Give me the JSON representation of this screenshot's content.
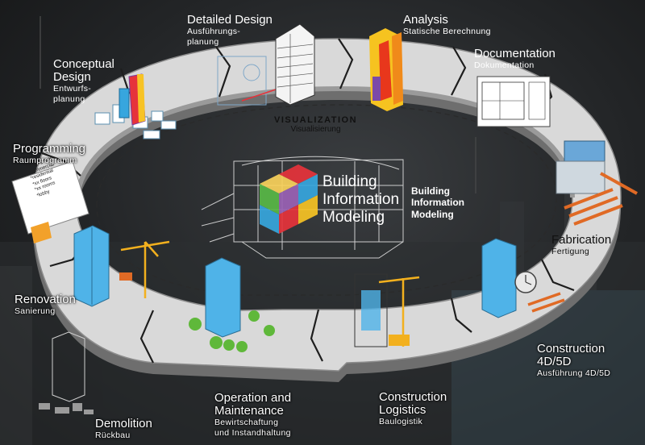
{
  "center": {
    "title_lines": [
      "Building",
      "Information",
      "Modeling"
    ],
    "bold_lines": [
      "Building",
      "Information",
      "Modeling"
    ]
  },
  "ring_label": {
    "en": "VISUALIZATION",
    "de": "Visualisierung"
  },
  "checklist": [
    "Building type",
    "*commercial",
    "*residential",
    "*xx floors",
    "*xx rooms",
    "*lobby"
  ],
  "stages": [
    {
      "id": "conceptual-design",
      "en": [
        "Conceptual",
        "Design"
      ],
      "de": [
        "Entwurfs-",
        "planung"
      ]
    },
    {
      "id": "detailed-design",
      "en": [
        "Detailed Design"
      ],
      "de": [
        "Ausführungs-",
        "planung"
      ]
    },
    {
      "id": "analysis",
      "en": [
        "Analysis"
      ],
      "de": [
        "Statische Berechnung"
      ]
    },
    {
      "id": "documentation",
      "en": [
        "Documentation"
      ],
      "de": [
        "Dokumentation"
      ]
    },
    {
      "id": "fabrication",
      "en": [
        "Fabrication"
      ],
      "de": [
        "Fertigung"
      ]
    },
    {
      "id": "construction-4d5d",
      "en": [
        "Construction",
        "4D/5D"
      ],
      "de": [
        "Ausführung 4D/5D"
      ]
    },
    {
      "id": "construction-logistics",
      "en": [
        "Construction",
        "Logistics"
      ],
      "de": [
        "Baulogistik"
      ]
    },
    {
      "id": "operation-maintenance",
      "en": [
        "Operation and",
        "Maintenance"
      ],
      "de": [
        "Bewirtschaftung",
        "und Instandhaltung"
      ]
    },
    {
      "id": "demolition",
      "en": [
        "Demolition"
      ],
      "de": [
        "Rückbau"
      ]
    },
    {
      "id": "renovation",
      "en": [
        "Renovation"
      ],
      "de": [
        "Sanierung"
      ]
    },
    {
      "id": "programming",
      "en": [
        "Programming"
      ],
      "de": [
        "Raumprogramm"
      ]
    }
  ],
  "colors": {
    "ring": "#d9d9d9",
    "ring_edge": "#8c8c8c",
    "divider": "#1e1e1e",
    "glass": "#4fb3e8",
    "crane": "#f2b01e",
    "heat_red": "#e8371c",
    "heat_yellow": "#f6c320",
    "cube": [
      "#e6333b",
      "#f7c325",
      "#58b947",
      "#37a6de",
      "#9a62b5"
    ]
  }
}
